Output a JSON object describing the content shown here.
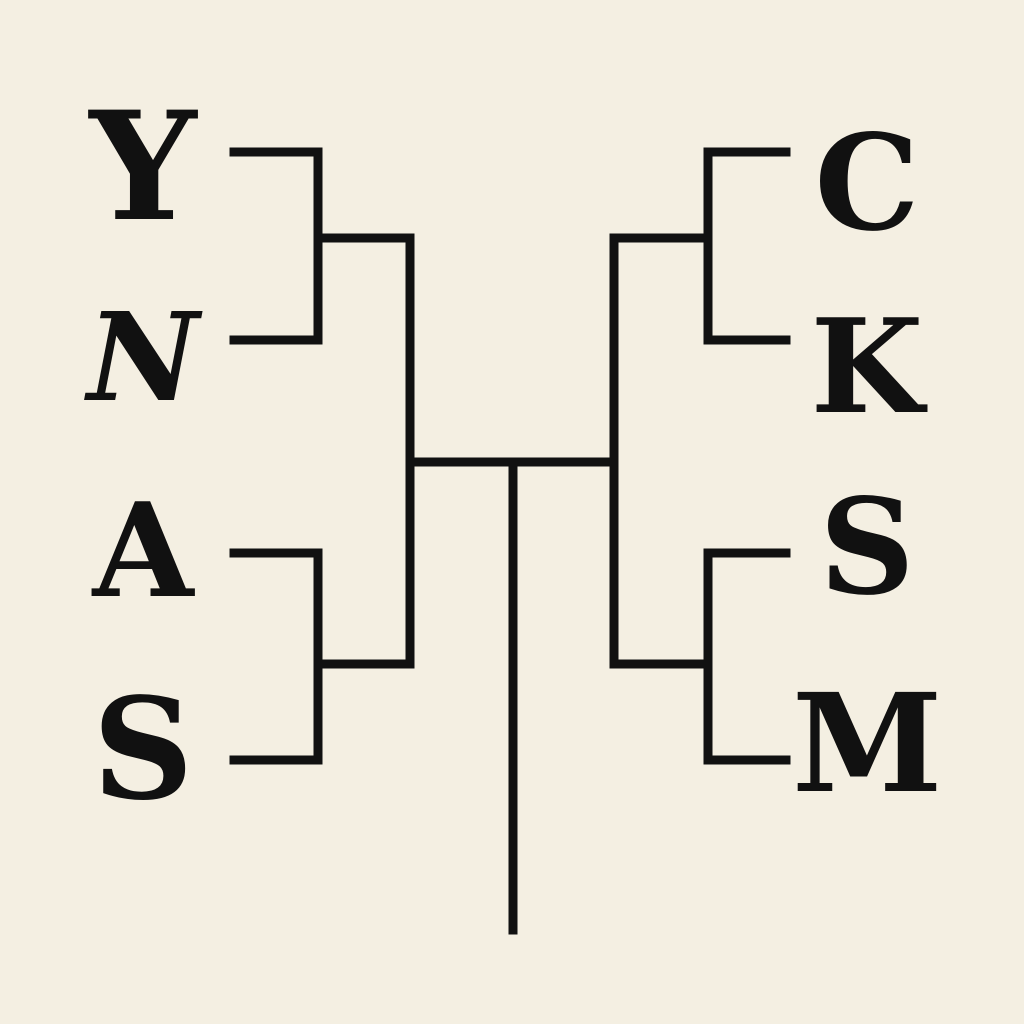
{
  "diagram": {
    "left_entries": [
      {
        "label": "Y"
      },
      {
        "label": "N"
      },
      {
        "label": "A"
      },
      {
        "label": "S"
      }
    ],
    "right_entries": [
      {
        "label": "C"
      },
      {
        "label": "K"
      },
      {
        "label": "S"
      },
      {
        "label": "M"
      }
    ]
  },
  "colors": {
    "background": "#f4efe2",
    "ink": "#111111"
  }
}
